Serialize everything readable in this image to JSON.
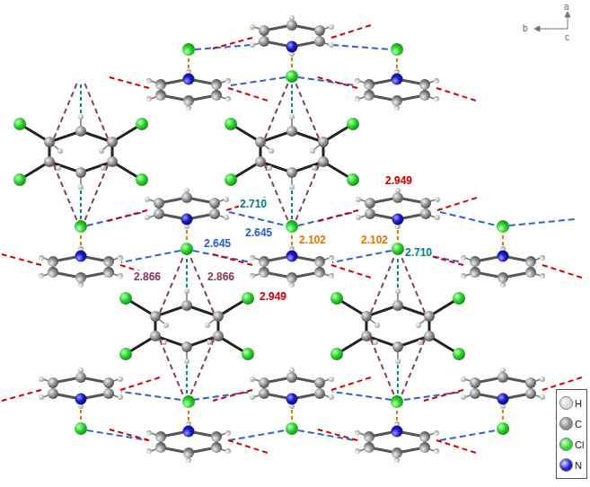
{
  "diagram": {
    "labels": [
      "a",
      "b",
      "c",
      "2.949",
      "2.710",
      "2.645",
      "2.645",
      "2.102",
      "2.102",
      "2.949",
      "2.866",
      "2.866",
      "2.710"
    ],
    "legend": [
      {
        "text": "H",
        "color": "#d8d8d8"
      },
      {
        "text": "C",
        "color": "#8a8a8a"
      },
      {
        "text": "Cl",
        "color": "#2fd62f"
      },
      {
        "text": "N",
        "color": "#1c1cd0"
      }
    ]
  }
}
